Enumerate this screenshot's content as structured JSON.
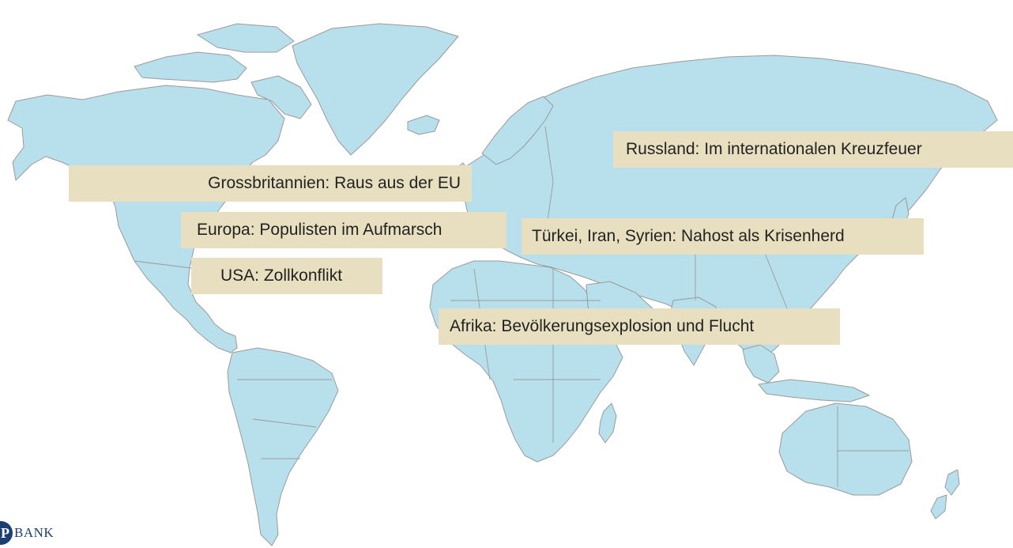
{
  "map": {
    "land_color": "#b8e0ec",
    "border_color": "#9a9a9a",
    "label_background": "#e8dfc0",
    "labels": {
      "russia": "Russland: Im internationalen Kreuzfeuer",
      "uk": "Grossbritannien: Raus aus der EU",
      "europe": "Europa: Populisten im Aufmarsch",
      "mideast": "Türkei, Iran, Syrien: Nahost als Krisenherd",
      "usa": "USA: Zollkonflikt",
      "africa": "Afrika: Bevölkerungsexplosion und Flucht"
    }
  },
  "logo": {
    "mark": "P",
    "text": "BANK",
    "color": "#1c3f72"
  }
}
